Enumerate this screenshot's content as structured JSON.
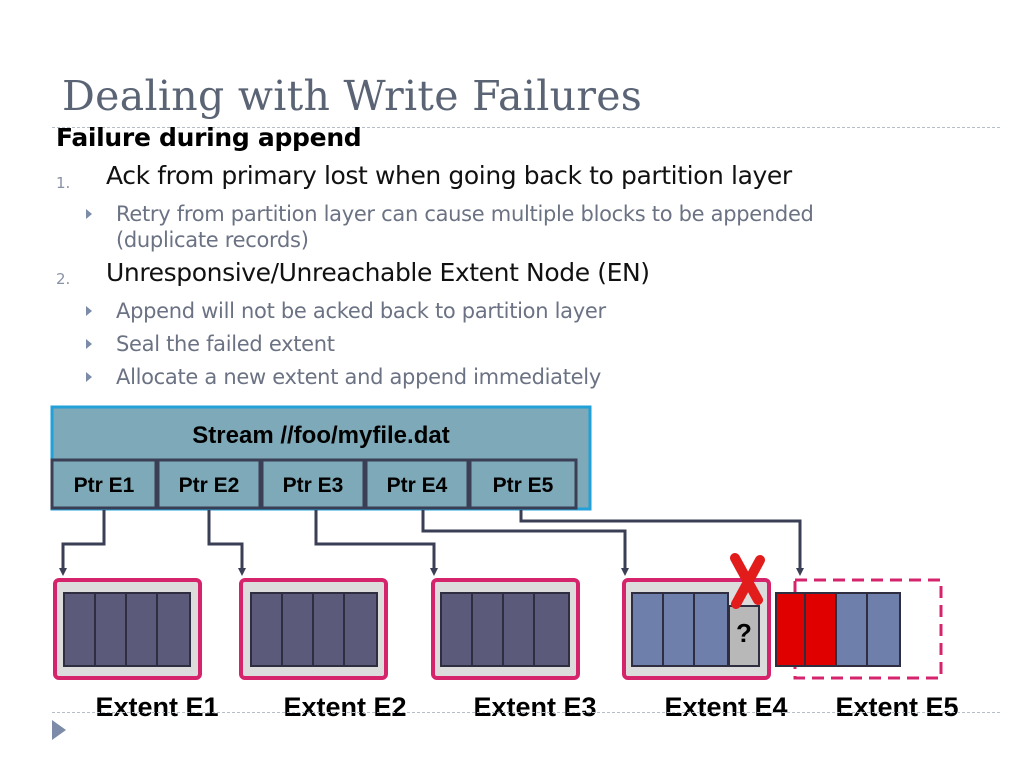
{
  "slide": {
    "title": "Dealing with Write Failures",
    "subhead": "Failure during append",
    "items": [
      {
        "number": "1.",
        "text": "Ack from primary lost when going back to partition layer",
        "subitems": [
          "Retry from partition layer can cause multiple blocks to be appended",
          "(duplicate records)"
        ]
      },
      {
        "number": "2.",
        "text": "Unresponsive/Unreachable Extent Node (EN)",
        "subitems": [
          "Append will not be acked back to partition layer",
          "Seal the failed extent",
          "Allocate a new extent and append immediately"
        ]
      }
    ]
  },
  "diagram": {
    "stream_label": "Stream //foo/myfile.dat",
    "pointers": [
      "Ptr E1",
      "Ptr E2",
      "Ptr E3",
      "Ptr E4",
      "Ptr E5"
    ],
    "extents": [
      "Extent E1",
      "Extent E2",
      "Extent E3",
      "Extent E4",
      "Extent E5"
    ],
    "unknown_block_label": "?",
    "colors": {
      "stream_fill": "#7ea9b8",
      "stream_border": "#22a0d8",
      "extent_border": "#d6246c",
      "block_dark": "#5c5a7a",
      "block_light": "#6f7fab",
      "block_red": "#e00000",
      "failure_x": "#e21b1b"
    }
  }
}
